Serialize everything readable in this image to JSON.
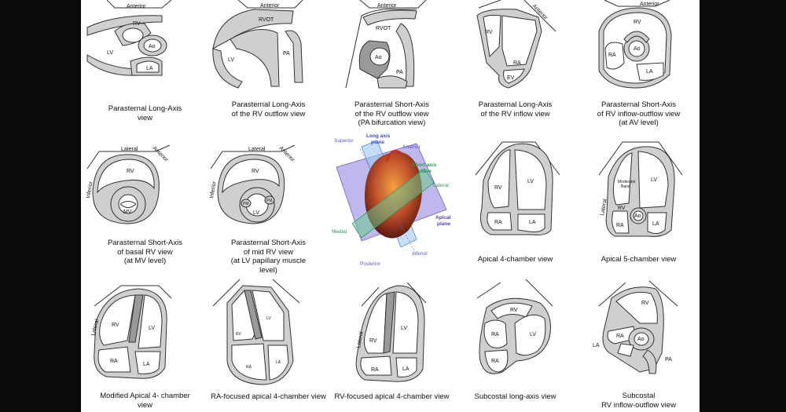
{
  "views": [
    {
      "caption": [
        "Parasternal Long-Axis",
        "view"
      ],
      "labels": {
        "anterior": "Anterior",
        "rv": "RV",
        "lv": "LV",
        "ao": "Ao",
        "la": "LA"
      }
    },
    {
      "caption": [
        "Parasternal Long-Axis",
        "of the RV outflow view"
      ],
      "labels": {
        "anterior": "Anterior",
        "rvot": "RVOT",
        "lv": "LV",
        "pa": "PA"
      }
    },
    {
      "caption": [
        "Parasternal Short-Axis",
        "of the RV outflow view",
        "(PA bifurcation view)"
      ],
      "labels": {
        "anterior": "Anterior",
        "rvot": "RVOT",
        "ao": "Ao",
        "pa": "PA"
      }
    },
    {
      "caption": [
        "Parasternal Long-Axis",
        "of the RV inflow view"
      ],
      "labels": {
        "anterior": "Anterior",
        "rv": "RV",
        "ra": "RA",
        "ev": "EV"
      }
    },
    {
      "caption": [
        "Parasternal Short-Axis",
        "of RV inflow-outflow view",
        "(at AV level)"
      ],
      "labels": {
        "anterior": "Anterior",
        "rv": "RV",
        "ra": "RA",
        "ao": "Ao",
        "la": "LA"
      }
    },
    {
      "caption": [
        "Parasternal Short-Axis",
        "of basal RV view",
        "(at MV level)"
      ],
      "labels": {
        "lateral": "Lateral",
        "anterior": "Anterior",
        "inferior": "Inferior",
        "rv": "RV",
        "mv": "MV"
      }
    },
    {
      "caption": [
        "Parasternal Short-Axis",
        "of mid RV view",
        "(at LV papillary muscle",
        "level)"
      ],
      "labels": {
        "lateral": "Lateral",
        "anterior": "Anterior",
        "inferior": "Inferior",
        "rv": "RV",
        "lv": "LV",
        "pm1": "PM",
        "pm2": "PM"
      }
    },
    {
      "caption": [],
      "labels": {
        "superior": "Superior",
        "long_axis": [
          "Long axis",
          "plane"
        ],
        "anterior": "Anterior",
        "short_axis": [
          "Short axis",
          "plane"
        ],
        "lateral": "Lateral",
        "medial": "Medial",
        "apical": [
          "Apical",
          "plane"
        ],
        "inferior": "Inferior",
        "posterior": "Posterior"
      }
    },
    {
      "caption": [
        "Apical 4-chamber view"
      ],
      "labels": {
        "rv": "RV",
        "lv": "LV",
        "ra": "RA",
        "la": "LA"
      }
    },
    {
      "caption": [
        "Apical 5-chamber view"
      ],
      "labels": {
        "lateral": "Lateral",
        "moderator": [
          "Moderator",
          "Band"
        ],
        "lv": "LV",
        "rv": "RV",
        "ao": "Ao",
        "ra": "RA",
        "la": "LA"
      }
    },
    {
      "caption": [
        "Modified Apical 4- chamber",
        "view"
      ],
      "labels": {
        "lateral": "Lateral",
        "rv": "RV",
        "lv": "LV",
        "ra": "RA",
        "la": "LA"
      }
    },
    {
      "caption": [
        "RA-focused apical 4-chamber view"
      ],
      "labels": {
        "rv": "RV",
        "lv": "LV",
        "ra": "RA",
        "la": "LA"
      }
    },
    {
      "caption": [
        "RV-focused apical 4-chamber view"
      ],
      "labels": {
        "lateral": "Lateral",
        "rv": "RV",
        "lv": "LV",
        "ra": "RA",
        "la": "LA"
      }
    },
    {
      "caption": [
        "Subcostal long-axis view"
      ],
      "labels": {
        "rv": "RV",
        "lv": "LV",
        "ra": "RA"
      }
    },
    {
      "caption": [
        "Subcostal",
        "RV inflow-outflow view"
      ],
      "labels": {
        "rv": "RV",
        "ra": "RA",
        "la": "LA",
        "ao": "Ao",
        "pa": "PA"
      }
    }
  ]
}
